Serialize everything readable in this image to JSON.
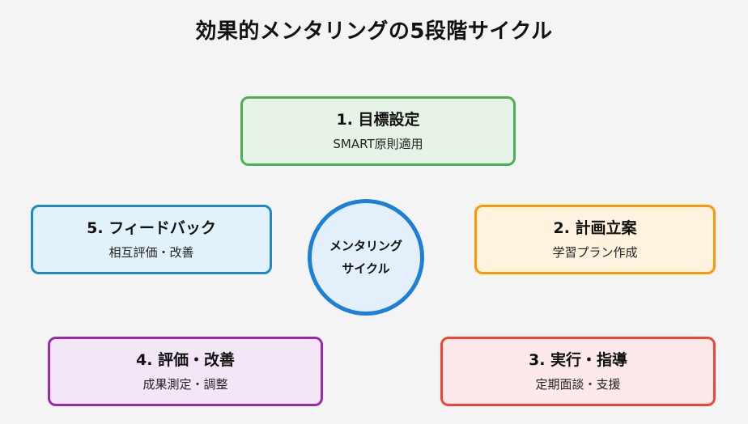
{
  "title": "効果的メンタリングの5段階サイクル",
  "center": {
    "line1": "メンタリング",
    "line2": "サイクル",
    "border_color": "#1e7fd6",
    "fill_color": "#e3f0fc"
  },
  "stages": [
    {
      "title": "1. 目標設定",
      "desc": "SMART原則適用",
      "border_color": "#4caf50",
      "fill_color": "#e6f3e6"
    },
    {
      "title": "2. 計画立案",
      "desc": "学習プラン作成",
      "border_color": "#ff9800",
      "fill_color": "#fff2df"
    },
    {
      "title": "3. 実行・指導",
      "desc": "定期面談・支援",
      "border_color": "#f44336",
      "fill_color": "#fde9ea"
    },
    {
      "title": "4. 評価・改善",
      "desc": "成果測定・調整",
      "border_color": "#9c27b0",
      "fill_color": "#f3e6f6"
    },
    {
      "title": "5. フィードバック",
      "desc": "相互評価・改善",
      "border_color": "#1e88c9",
      "fill_color": "#e1f2fb"
    }
  ]
}
